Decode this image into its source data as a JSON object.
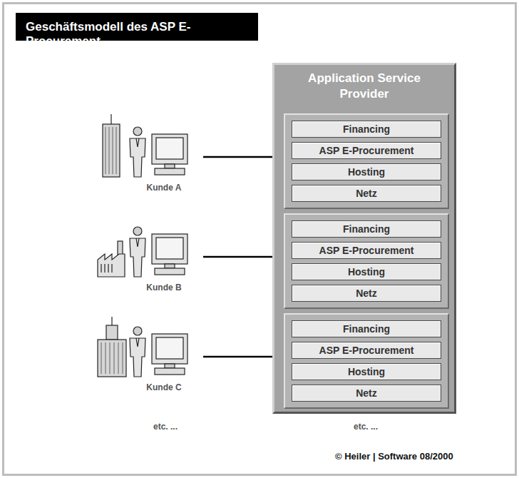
{
  "diagram": {
    "title": "Geschäftsmodell des ASP E-Procurement",
    "nodes": [
      {
        "text": [
          "Kunde A"
        ]
      },
      {
        "text": [
          "Kunde B"
        ]
      },
      {
        "text": [
          "Kunde C"
        ]
      },
      {
        "text": [
          "Application Service Provider"
        ]
      },
      {
        "text": [],
        "in": 3
      },
      {
        "text": [
          "Financing"
        ],
        "in": 4
      },
      {
        "text": [
          "ASP E-Procurement"
        ],
        "in": 4
      },
      {
        "text": [
          "Hosting"
        ],
        "in": 4
      },
      {
        "text": [
          "Netz"
        ],
        "in": 4
      },
      {
        "text": [],
        "in": 3
      },
      {
        "text": [
          "Financing"
        ],
        "in": 9
      },
      {
        "text": [
          "ASP E-Procurement"
        ],
        "in": 9
      },
      {
        "text": [
          "Hosting"
        ],
        "in": 9
      },
      {
        "text": [
          "Netz"
        ],
        "in": 9
      },
      {
        "text": [],
        "in": 3
      },
      {
        "text": [
          "Financing"
        ],
        "in": 14
      },
      {
        "text": [
          "ASP E-Procurement"
        ],
        "in": 14
      },
      {
        "text": [
          "Hosting"
        ],
        "in": 14
      },
      {
        "text": [
          "Netz"
        ],
        "in": 14
      }
    ],
    "edges": [
      {
        "from": 0,
        "to": 4,
        "arrow": "to"
      },
      {
        "from": 1,
        "to": 9,
        "arrow": "to"
      },
      {
        "from": 2,
        "to": 14,
        "arrow": "to"
      }
    ],
    "labels": [
      "etc. ...",
      "etc. ...",
      "© Heiler | Software 08/2000"
    ]
  }
}
